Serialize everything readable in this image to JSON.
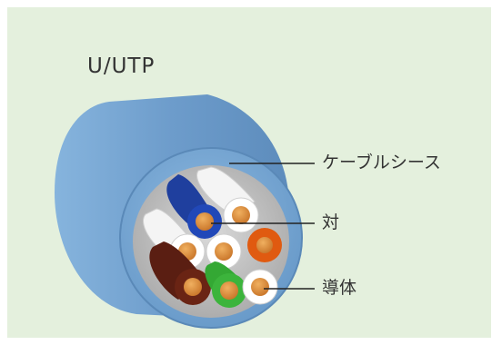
{
  "diagram": {
    "title": "U/UTP",
    "labels": {
      "sheath": "ケーブルシース",
      "pair": "対",
      "conductor": "導体"
    },
    "colors": {
      "background": "#e4f0dd",
      "sheath": "#6f9fcf",
      "inner": "#bfbfbf",
      "leader": "#222222",
      "copper": "#d9873a",
      "pairs": [
        "#1e40a8",
        "#ffffff",
        "#e05a10",
        "#5a1e10",
        "#3cb43c"
      ]
    }
  }
}
